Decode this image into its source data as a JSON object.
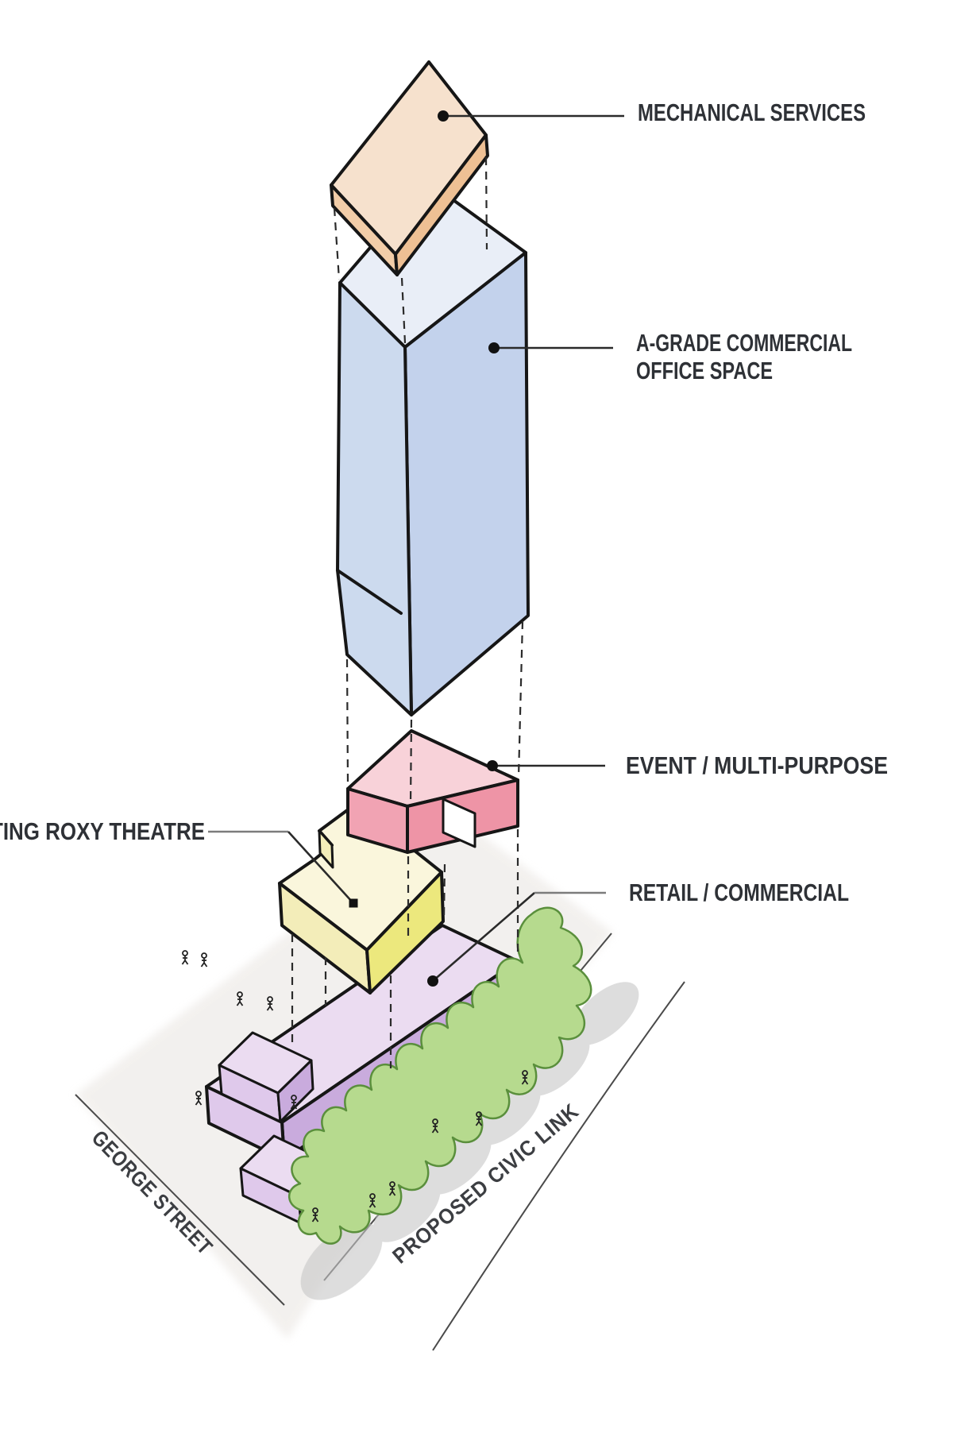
{
  "diagram_title": "Exploded building massing diagram",
  "layers": [
    {
      "id": "mechanical",
      "label": "MECHANICAL SERVICES",
      "top_color": "#f6e1cd",
      "side_color": "#f0c8a0"
    },
    {
      "id": "office",
      "label_line1": "A-GRADE COMMERCIAL",
      "label_line2": "OFFICE SPACE",
      "top_color": "#e9eef7",
      "side_color": "#c6d4ed"
    },
    {
      "id": "event",
      "label": "EVENT / MULTI-PURPOSE",
      "top_color": "#f8d2d9",
      "side_color": "#f1a3b3"
    },
    {
      "id": "theatre",
      "label": "TING ROXY THEATRE",
      "top_color": "#faf6dc",
      "side_color": "#ece87d"
    },
    {
      "id": "retail",
      "label": "RETAIL / COMMERCIAL",
      "top_color": "#ebdcf1",
      "side_color": "#c9abdd"
    }
  ],
  "streets": {
    "left": "GEORGE STREET",
    "right": "PROPOSED CIVIC LINK"
  },
  "landscape": {
    "tree_color": "#b6da8e",
    "shadow_color": "#c7c7c7",
    "ground_color": "#e9e5e1"
  }
}
